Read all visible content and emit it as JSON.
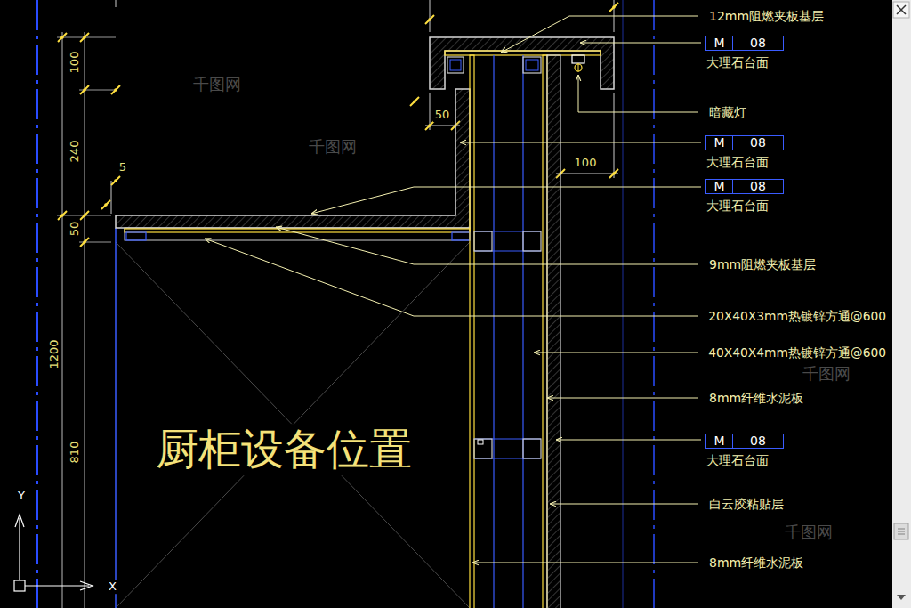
{
  "diagram": {
    "nodes": [
      {
        "text": [
          "M",
          "08",
          "大理石台面"
        ]
      },
      {
        "text": [
          "M",
          "08",
          "大理石台面"
        ]
      },
      {
        "text": [
          "M",
          "08",
          "大理石台面"
        ]
      },
      {
        "text": [
          "M",
          "08",
          "大理石台面"
        ]
      }
    ],
    "labels": [
      "12mm阻燃夹板基层",
      "暗藏灯",
      "9mm阻燃夹板基层",
      "20X40X3mm热镀锌方通@600",
      "40X40X4mm热镀锌方通@600",
      "8mm纤维水泥板",
      "白云胶粘贴层",
      "8mm纤维水泥板",
      "厨柜设备位置",
      "100",
      "240",
      "50",
      "1200",
      "810",
      "50",
      "100",
      "5",
      "Y",
      "X",
      "千图网",
      "千图网",
      "千图网",
      "千图网"
    ]
  }
}
